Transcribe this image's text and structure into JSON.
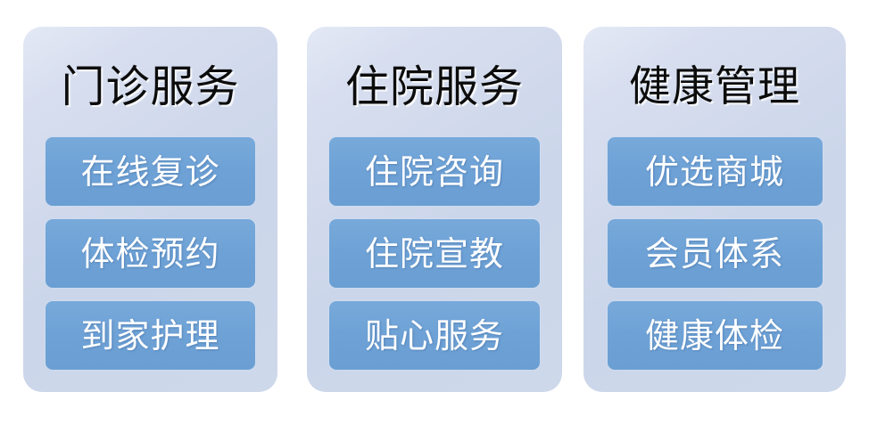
{
  "page": {
    "background_color": "#FFFFFF",
    "card_background_color": "#CFD9EC",
    "item_background_color": "#6EA2D6",
    "item_text_color": "#FFFFFF",
    "title_text_color": "#0C0C0C"
  },
  "columns": [
    {
      "title": "门诊服务",
      "items": [
        {
          "label": "在线复诊"
        },
        {
          "label": "体检预约"
        },
        {
          "label": "到家护理"
        }
      ]
    },
    {
      "title": "住院服务",
      "items": [
        {
          "label": "住院咨询"
        },
        {
          "label": "住院宣教"
        },
        {
          "label": "贴心服务"
        }
      ]
    },
    {
      "title": "健康管理",
      "items": [
        {
          "label": "优选商城"
        },
        {
          "label": "会员体系"
        },
        {
          "label": "健康体检"
        }
      ]
    }
  ]
}
